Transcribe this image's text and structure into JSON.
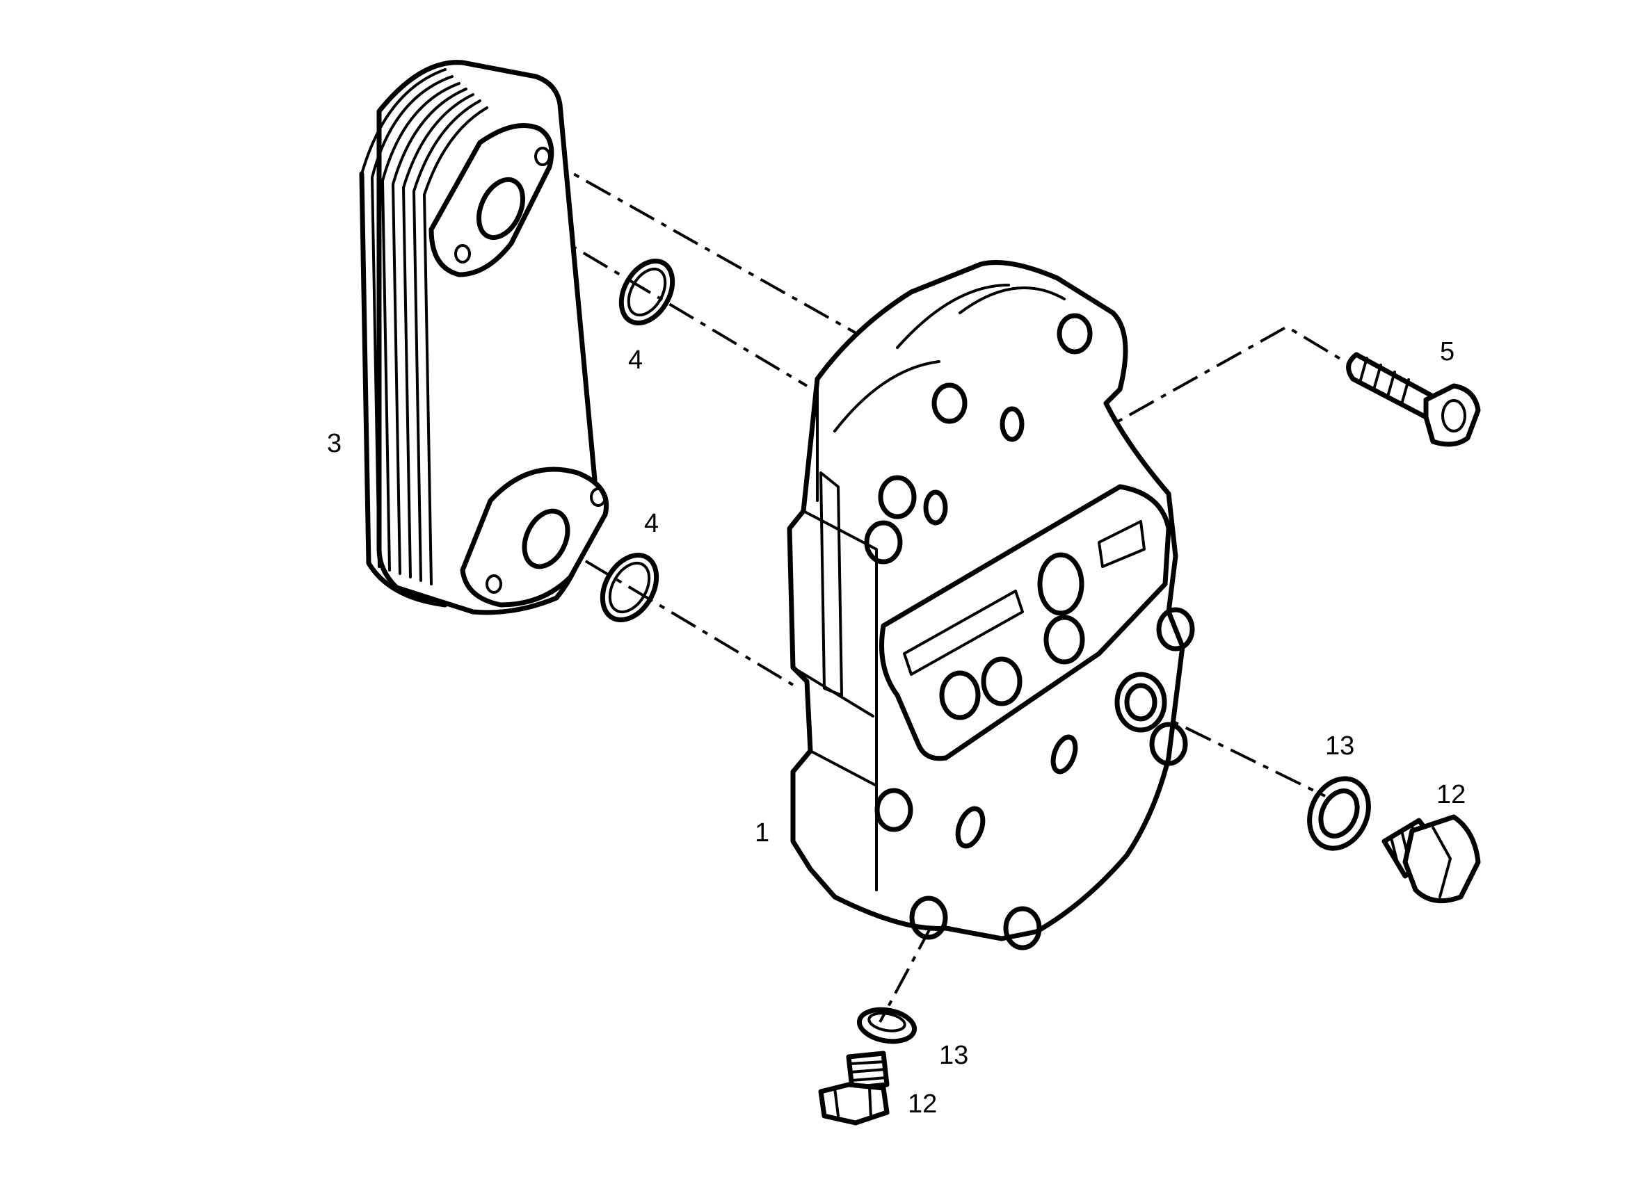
{
  "diagram": {
    "labels": [
      {
        "id": "label-1",
        "text": "1"
      },
      {
        "id": "label-3",
        "text": "3"
      },
      {
        "id": "label-4a",
        "text": "4"
      },
      {
        "id": "label-4b",
        "text": "4"
      },
      {
        "id": "label-5",
        "text": "5"
      },
      {
        "id": "label-13a",
        "text": "13"
      },
      {
        "id": "label-12a",
        "text": "12"
      },
      {
        "id": "label-13b",
        "text": "13"
      },
      {
        "id": "label-12b",
        "text": "12"
      }
    ]
  }
}
